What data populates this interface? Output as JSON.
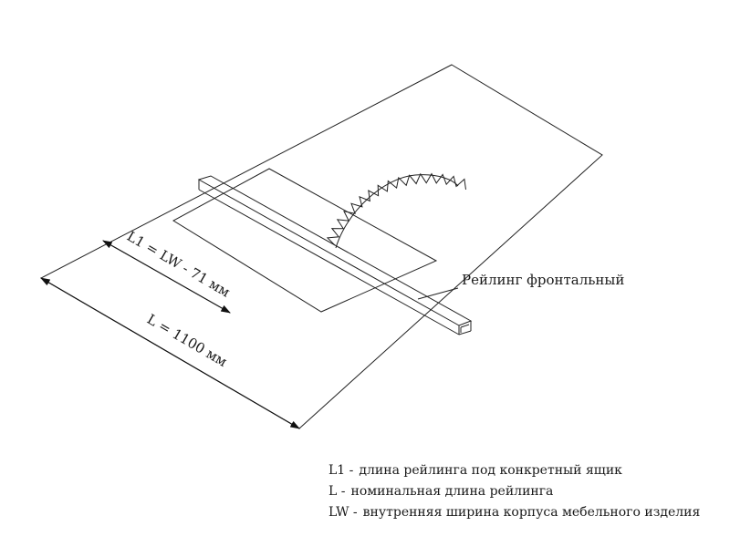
{
  "diagram": {
    "dimension_total": "L = 1100 мм",
    "dimension_inner": "L1 = LW - 71 мм",
    "callout_label": "Рейлинг фронтальный"
  },
  "legend": [
    {
      "key": "L1 -",
      "text": "длина рейлинга под конкретный ящик"
    },
    {
      "key": "L -",
      "text": "номинальная длина рейлинга"
    },
    {
      "key": "LW -",
      "text": "внутренняя ширина корпуса мебельного изделия"
    }
  ]
}
